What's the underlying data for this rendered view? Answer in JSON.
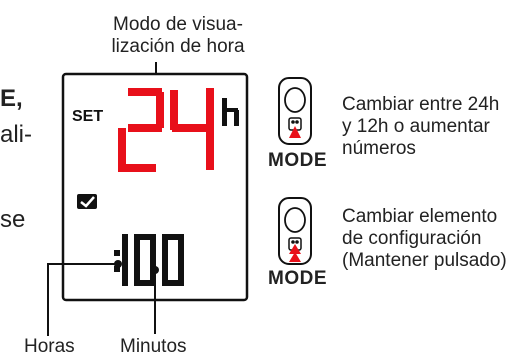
{
  "display": {
    "mode_label": "Modo de visua-\nlización de hora",
    "set": "SET",
    "big_digits": "24",
    "unit": "h",
    "small_digits": "1:00",
    "label_hours": "Horas",
    "label_minutes": "Minutos"
  },
  "left_cut_text": {
    "line1": "E,",
    "line2": "ali-",
    "line3": "se"
  },
  "buttons": [
    {
      "mode_label": "MODE",
      "description": "Cambiar entre 24h\ny 12h o aumentar\nnúmeros"
    },
    {
      "mode_label": "MODE",
      "description": "Cambiar elemento\nde configuración\n(Mantener pulsado)"
    }
  ],
  "colors": {
    "accent_red": "#e8101a",
    "lcd_black": "#111111",
    "frame": "#222222"
  },
  "icons": [
    "clock-icon",
    "mode-button-icon"
  ]
}
